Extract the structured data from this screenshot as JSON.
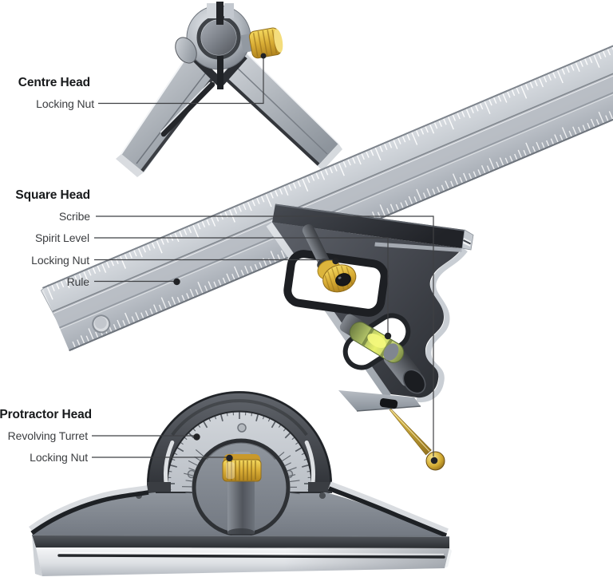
{
  "figure": {
    "sections": [
      {
        "heading": "Centre Head",
        "labels": [
          "Locking Nut"
        ]
      },
      {
        "heading": "Square Head",
        "labels": [
          "Scribe",
          "Spirit Level",
          "Locking Nut",
          "Rule"
        ]
      },
      {
        "heading": "Protractor Head",
        "labels": [
          "Revolving Turret",
          "Locking Nut"
        ]
      }
    ],
    "colors": {
      "background": "#ffffff",
      "label_text": "#3b3d40",
      "heading_text": "#17191b",
      "leader_line": "#3f4043",
      "leader_dot": "#212225",
      "brass": "#e0bb45",
      "steel_light": "#ccd1d7",
      "steel_mid": "#9aa0a8",
      "steel_dark": "#34373c",
      "vial_green": "#b9c96c"
    }
  }
}
